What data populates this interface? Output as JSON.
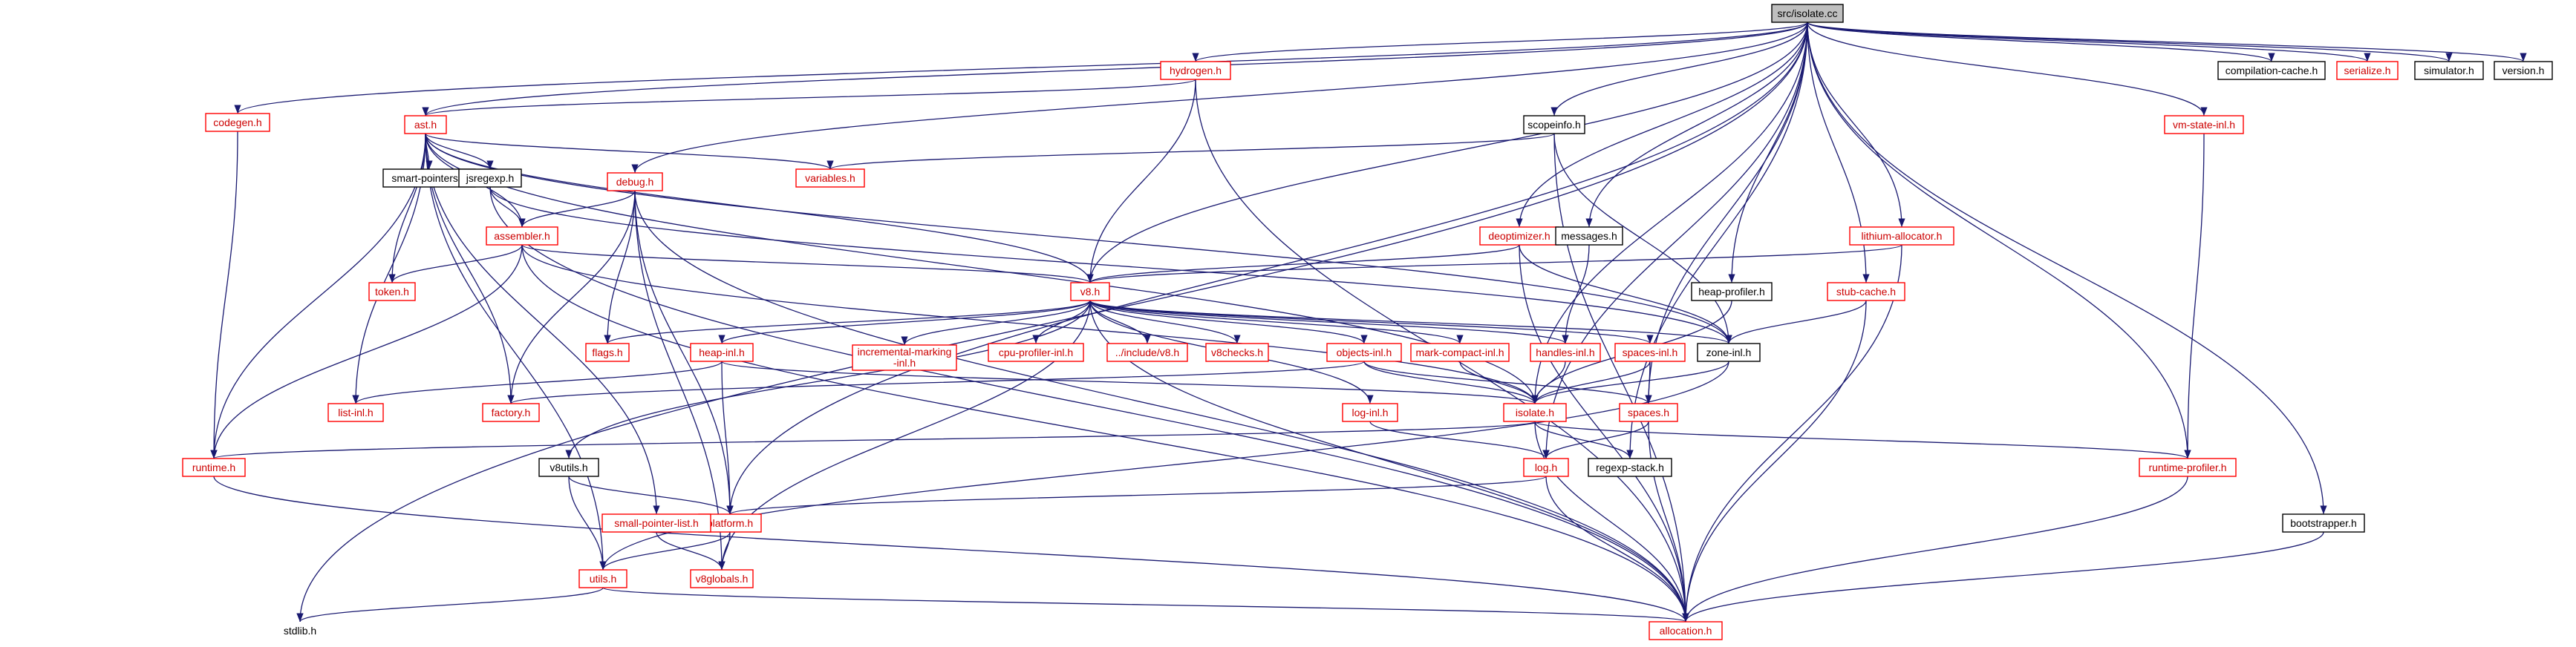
{
  "graph": {
    "title": "src/isolate.cc",
    "nodes": [
      {
        "id": "isolate_cc",
        "label": "src/isolate.cc",
        "style": "root"
      },
      {
        "id": "compilation_cache",
        "label": "compilation-cache.h",
        "style": "black"
      },
      {
        "id": "serialize",
        "label": "serialize.h",
        "style": "red"
      },
      {
        "id": "simulator",
        "label": "simulator.h",
        "style": "black"
      },
      {
        "id": "version",
        "label": "version.h",
        "style": "black"
      },
      {
        "id": "hydrogen",
        "label": "hydrogen.h",
        "style": "red"
      },
      {
        "id": "codegen",
        "label": "codegen.h",
        "style": "red"
      },
      {
        "id": "ast",
        "label": "ast.h",
        "style": "red"
      },
      {
        "id": "smart_pointers",
        "label": "smart-pointers.h",
        "style": "black"
      },
      {
        "id": "jsregexp",
        "label": "jsregexp.h",
        "style": "black"
      },
      {
        "id": "debug",
        "label": "debug.h",
        "style": "red"
      },
      {
        "id": "variables",
        "label": "variables.h",
        "style": "red"
      },
      {
        "id": "scopeinfo",
        "label": "scopeinfo.h",
        "style": "black"
      },
      {
        "id": "vm_state_inl",
        "label": "vm-state-inl.h",
        "style": "red"
      },
      {
        "id": "assembler",
        "label": "assembler.h",
        "style": "red"
      },
      {
        "id": "deoptimizer",
        "label": "deoptimizer.h",
        "style": "red"
      },
      {
        "id": "messages",
        "label": "messages.h",
        "style": "black"
      },
      {
        "id": "lithium_allocator",
        "label": "lithium-allocator.h",
        "style": "red"
      },
      {
        "id": "token",
        "label": "token.h",
        "style": "red"
      },
      {
        "id": "v8",
        "label": "v8.h",
        "style": "red"
      },
      {
        "id": "heap_profiler",
        "label": "heap-profiler.h",
        "style": "black"
      },
      {
        "id": "stub_cache",
        "label": "stub-cache.h",
        "style": "red"
      },
      {
        "id": "flags",
        "label": "flags.h",
        "style": "red"
      },
      {
        "id": "heap_inl",
        "label": "heap-inl.h",
        "style": "red"
      },
      {
        "id": "incremental_marking_inl",
        "label": "incremental-marking-inl.h",
        "style": "red"
      },
      {
        "id": "cpu_profiler_inl",
        "label": "cpu-profiler-inl.h",
        "style": "red"
      },
      {
        "id": "include_v8",
        "label": "../include/v8.h",
        "style": "red"
      },
      {
        "id": "v8checks",
        "label": "v8checks.h",
        "style": "red"
      },
      {
        "id": "objects_inl",
        "label": "objects-inl.h",
        "style": "red"
      },
      {
        "id": "mark_compact_inl",
        "label": "mark-compact-inl.h",
        "style": "red"
      },
      {
        "id": "handles_inl",
        "label": "handles-inl.h",
        "style": "red"
      },
      {
        "id": "spaces_inl",
        "label": "spaces-inl.h",
        "style": "red"
      },
      {
        "id": "zone_inl",
        "label": "zone-inl.h",
        "style": "black"
      },
      {
        "id": "list_inl",
        "label": "list-inl.h",
        "style": "red"
      },
      {
        "id": "factory",
        "label": "factory.h",
        "style": "red"
      },
      {
        "id": "log_inl",
        "label": "log-inl.h",
        "style": "red"
      },
      {
        "id": "isolate_h",
        "label": "isolate.h",
        "style": "red"
      },
      {
        "id": "spaces",
        "label": "spaces.h",
        "style": "red"
      },
      {
        "id": "runtime",
        "label": "runtime.h",
        "style": "red"
      },
      {
        "id": "v8utils",
        "label": "v8utils.h",
        "style": "black"
      },
      {
        "id": "regexp_stack",
        "label": "regexp-stack.h",
        "style": "black"
      },
      {
        "id": "log",
        "label": "log.h",
        "style": "red"
      },
      {
        "id": "runtime_profiler",
        "label": "runtime-profiler.h",
        "style": "red"
      },
      {
        "id": "platform",
        "label": "platform.h",
        "style": "red"
      },
      {
        "id": "small_pointer_list",
        "label": "small-pointer-list.h",
        "style": "red"
      },
      {
        "id": "bootstrapper",
        "label": "bootstrapper.h",
        "style": "black"
      },
      {
        "id": "utils",
        "label": "utils.h",
        "style": "red"
      },
      {
        "id": "v8globals",
        "label": "v8globals.h",
        "style": "red"
      },
      {
        "id": "stdlib",
        "label": "stdlib.h",
        "style": "plain"
      },
      {
        "id": "allocation",
        "label": "allocation.h",
        "style": "red"
      }
    ],
    "edges": [
      [
        "isolate_cc",
        "compilation_cache"
      ],
      [
        "isolate_cc",
        "serialize"
      ],
      [
        "isolate_cc",
        "simulator"
      ],
      [
        "isolate_cc",
        "version"
      ],
      [
        "isolate_cc",
        "hydrogen"
      ],
      [
        "isolate_cc",
        "codegen"
      ],
      [
        "isolate_cc",
        "ast"
      ],
      [
        "isolate_cc",
        "debug"
      ],
      [
        "isolate_cc",
        "scopeinfo"
      ],
      [
        "isolate_cc",
        "vm_state_inl"
      ],
      [
        "isolate_cc",
        "deoptimizer"
      ],
      [
        "isolate_cc",
        "messages"
      ],
      [
        "isolate_cc",
        "lithium_allocator"
      ],
      [
        "isolate_cc",
        "v8"
      ],
      [
        "isolate_cc",
        "heap_profiler"
      ],
      [
        "isolate_cc",
        "stub_cache"
      ],
      [
        "isolate_cc",
        "isolate_h"
      ],
      [
        "isolate_cc",
        "spaces"
      ],
      [
        "isolate_cc",
        "regexp_stack"
      ],
      [
        "isolate_cc",
        "log"
      ],
      [
        "isolate_cc",
        "runtime_profiler"
      ],
      [
        "isolate_cc",
        "platform"
      ],
      [
        "isolate_cc",
        "bootstrapper"
      ],
      [
        "isolate_cc",
        "stdlib"
      ],
      [
        "hydrogen",
        "ast"
      ],
      [
        "hydrogen",
        "v8"
      ],
      [
        "hydrogen",
        "allocation"
      ],
      [
        "codegen",
        "runtime"
      ],
      [
        "ast",
        "smart_pointers"
      ],
      [
        "ast",
        "jsregexp"
      ],
      [
        "ast",
        "variables"
      ],
      [
        "ast",
        "assembler"
      ],
      [
        "ast",
        "token"
      ],
      [
        "ast",
        "v8"
      ],
      [
        "ast",
        "list_inl"
      ],
      [
        "ast",
        "factory"
      ],
      [
        "ast",
        "runtime"
      ],
      [
        "ast",
        "small_pointer_list"
      ],
      [
        "ast",
        "utils"
      ],
      [
        "ast",
        "zone_inl"
      ],
      [
        "ast",
        "isolate_h"
      ],
      [
        "jsregexp",
        "assembler"
      ],
      [
        "jsregexp",
        "zone_inl"
      ],
      [
        "jsregexp",
        "allocation"
      ],
      [
        "debug",
        "assembler"
      ],
      [
        "debug",
        "flags"
      ],
      [
        "debug",
        "factory"
      ],
      [
        "debug",
        "platform"
      ],
      [
        "debug",
        "allocation"
      ],
      [
        "debug",
        "v8globals"
      ],
      [
        "scopeinfo",
        "variables"
      ],
      [
        "scopeinfo",
        "zone_inl"
      ],
      [
        "scopeinfo",
        "allocation"
      ],
      [
        "vm_state_inl",
        "runtime_profiler"
      ],
      [
        "assembler",
        "token"
      ],
      [
        "assembler",
        "v8"
      ],
      [
        "assembler",
        "runtime"
      ],
      [
        "assembler",
        "isolate_h"
      ],
      [
        "assembler",
        "allocation"
      ],
      [
        "deoptimizer",
        "v8"
      ],
      [
        "deoptimizer",
        "zone_inl"
      ],
      [
        "deoptimizer",
        "allocation"
      ],
      [
        "messages",
        "handles_inl"
      ],
      [
        "lithium_allocator",
        "v8"
      ],
      [
        "lithium_allocator",
        "allocation"
      ],
      [
        "heap_profiler",
        "isolate_h"
      ],
      [
        "stub_cache",
        "zone_inl"
      ],
      [
        "stub_cache",
        "allocation"
      ],
      [
        "v8",
        "flags"
      ],
      [
        "v8",
        "heap_inl"
      ],
      [
        "v8",
        "incremental_marking_inl"
      ],
      [
        "v8",
        "cpu_profiler_inl"
      ],
      [
        "v8",
        "include_v8"
      ],
      [
        "v8",
        "v8checks"
      ],
      [
        "v8",
        "objects_inl"
      ],
      [
        "v8",
        "mark_compact_inl"
      ],
      [
        "v8",
        "handles_inl"
      ],
      [
        "v8",
        "spaces_inl"
      ],
      [
        "v8",
        "zone_inl"
      ],
      [
        "v8",
        "log_inl"
      ],
      [
        "v8",
        "v8utils"
      ],
      [
        "v8",
        "v8globals"
      ],
      [
        "v8",
        "allocation"
      ],
      [
        "heap_inl",
        "list_inl"
      ],
      [
        "heap_inl",
        "isolate_h"
      ],
      [
        "heap_inl",
        "platform"
      ],
      [
        "objects_inl",
        "factory"
      ],
      [
        "objects_inl",
        "isolate_h"
      ],
      [
        "objects_inl",
        "spaces"
      ],
      [
        "mark_compact_inl",
        "isolate_h"
      ],
      [
        "handles_inl",
        "isolate_h"
      ],
      [
        "spaces_inl",
        "isolate_h"
      ],
      [
        "spaces_inl",
        "spaces"
      ],
      [
        "zone_inl",
        "isolate_h"
      ],
      [
        "zone_inl",
        "utils"
      ],
      [
        "log_inl",
        "log"
      ],
      [
        "isolate_h",
        "runtime"
      ],
      [
        "isolate_h",
        "regexp_stack"
      ],
      [
        "isolate_h",
        "runtime_profiler"
      ],
      [
        "isolate_h",
        "allocation"
      ],
      [
        "spaces",
        "log"
      ],
      [
        "spaces",
        "allocation"
      ],
      [
        "runtime",
        "allocation"
      ],
      [
        "v8utils",
        "platform"
      ],
      [
        "v8utils",
        "utils"
      ],
      [
        "log",
        "platform"
      ],
      [
        "log",
        "allocation"
      ],
      [
        "runtime_profiler",
        "allocation"
      ],
      [
        "platform",
        "utils"
      ],
      [
        "platform",
        "v8globals"
      ],
      [
        "small_pointer_list",
        "v8globals"
      ],
      [
        "bootstrapper",
        "allocation"
      ],
      [
        "utils",
        "stdlib"
      ],
      [
        "utils",
        "allocation"
      ]
    ]
  }
}
